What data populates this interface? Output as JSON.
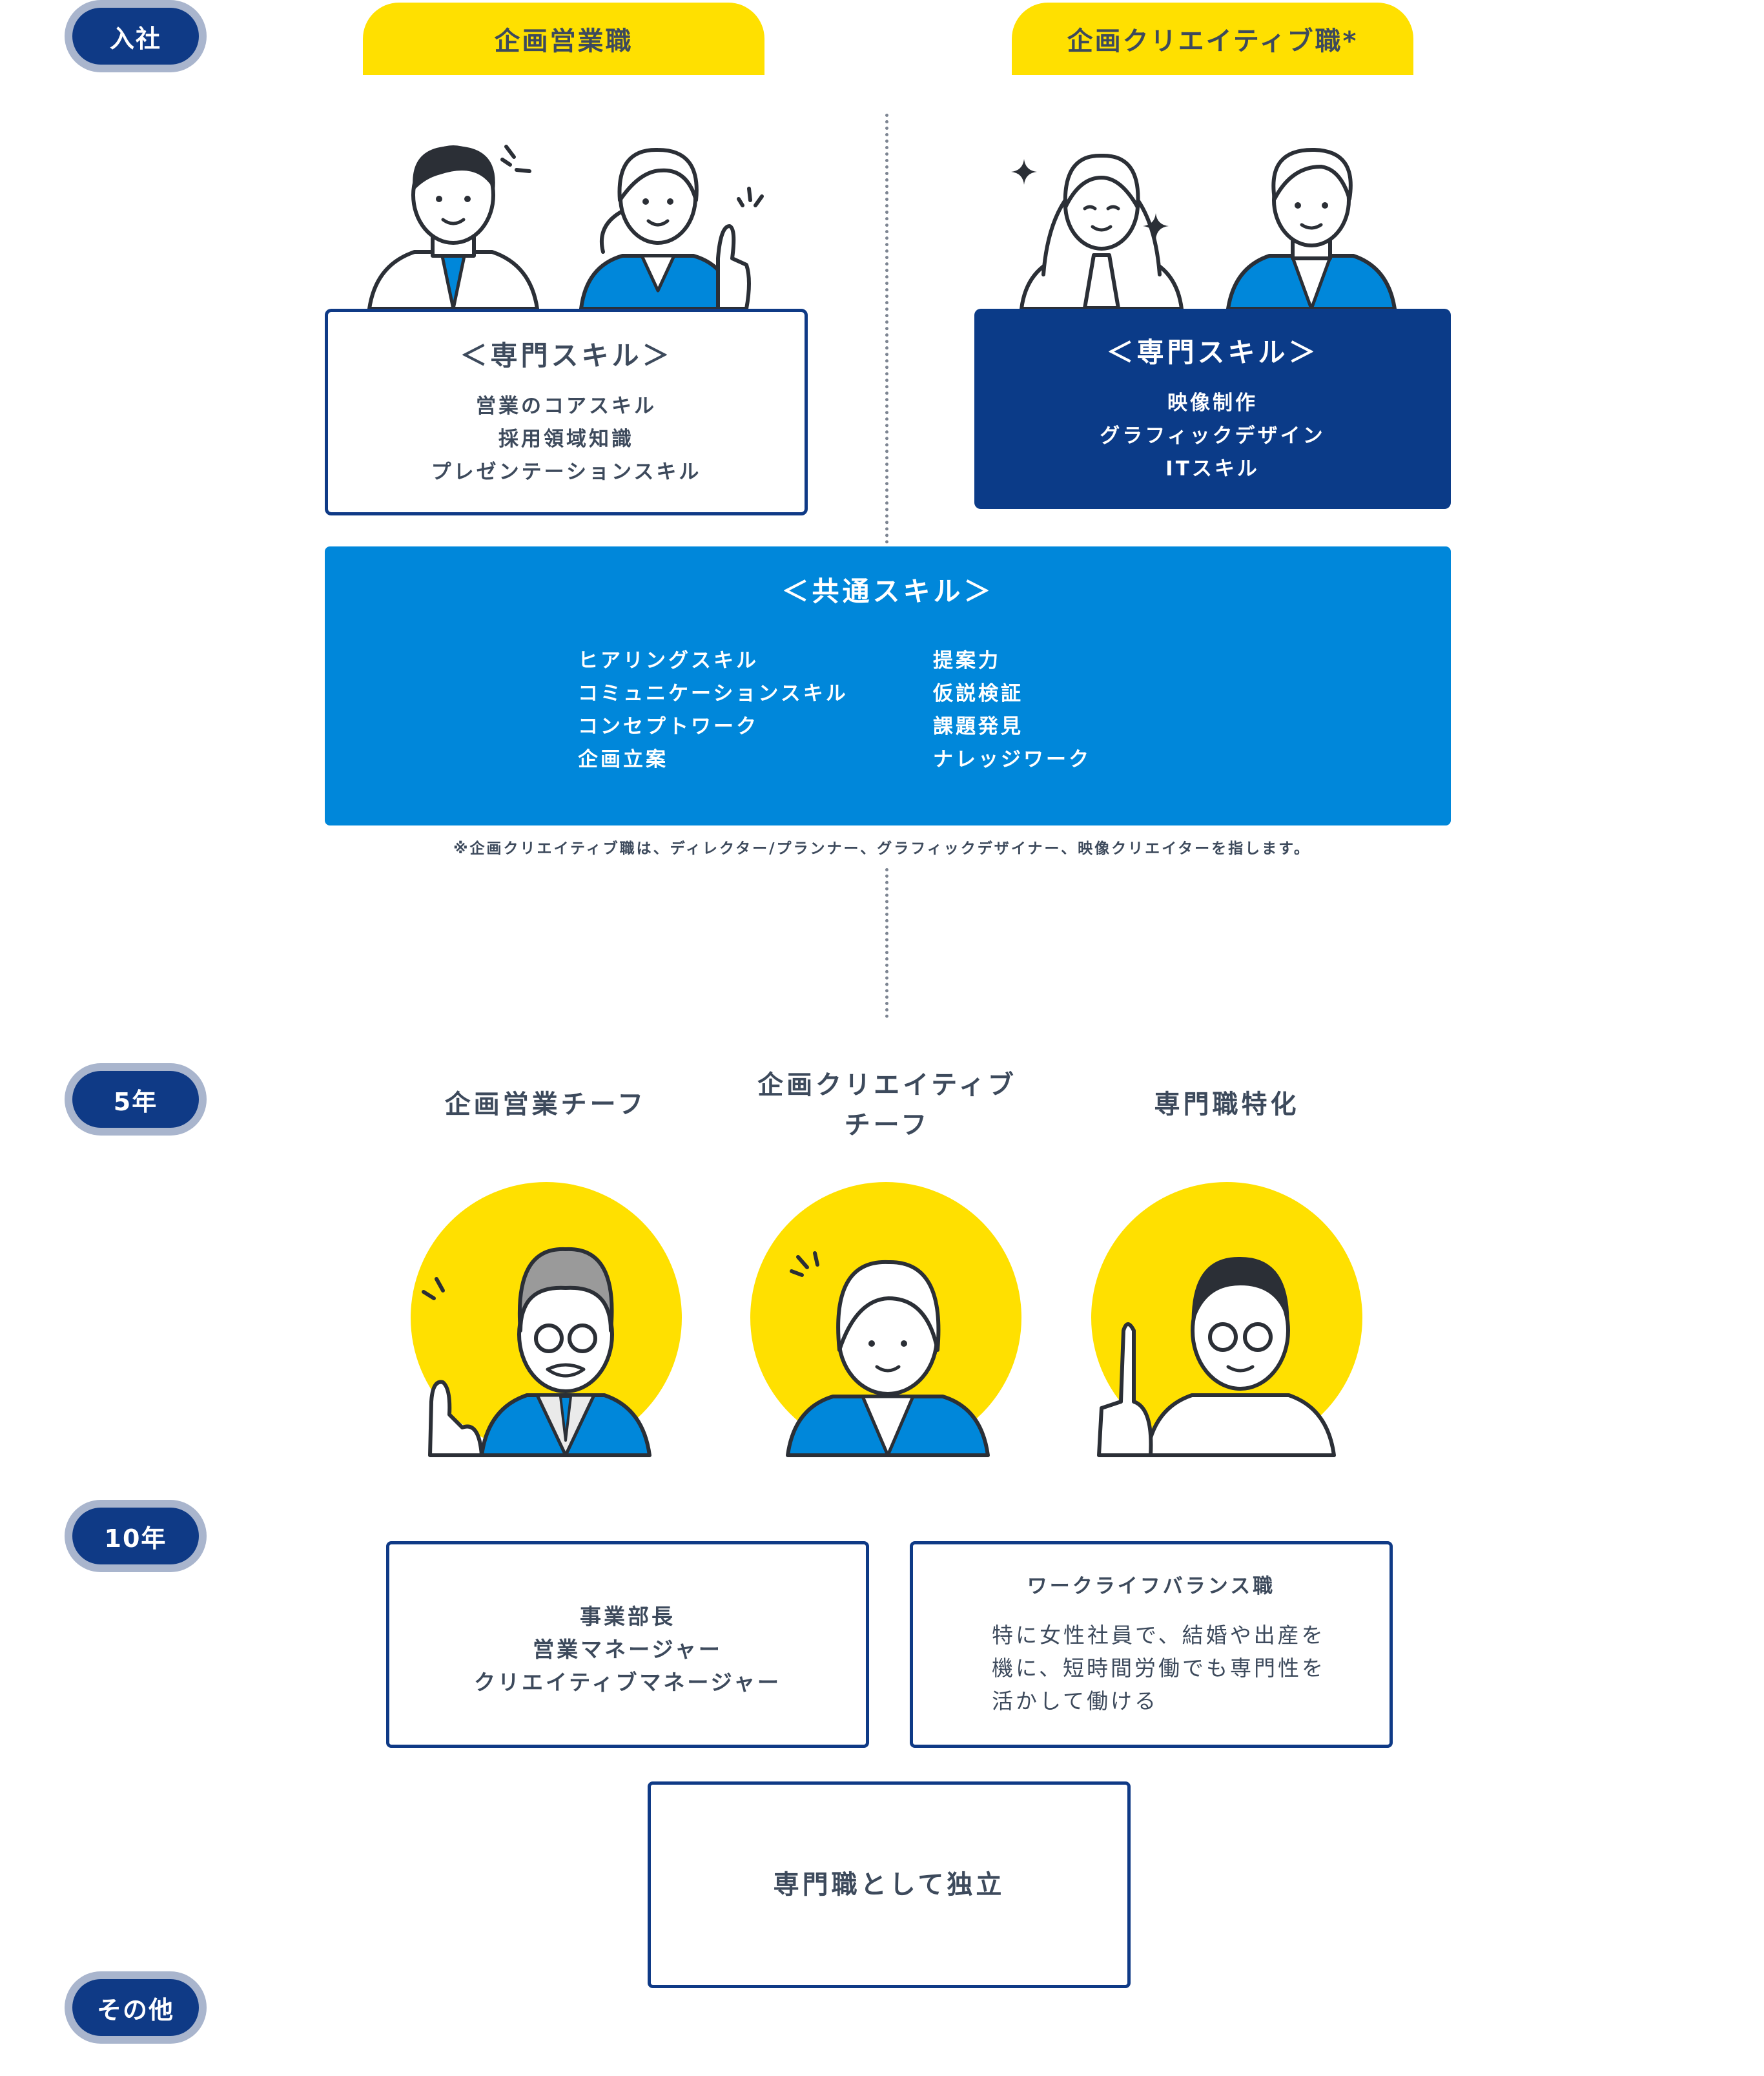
{
  "stages": [
    "入社",
    "5年",
    "10年",
    "その他"
  ],
  "tracks": {
    "sales": {
      "tab": "企画営業職",
      "skill_heading": "＜専門スキル＞",
      "skills": [
        "営業のコアスキル",
        "採用領域知識",
        "プレゼンテーションスキル"
      ]
    },
    "creative": {
      "tab": "企画クリエイティブ職*",
      "skill_heading": "＜専門スキル＞",
      "skills": [
        "映像制作",
        "グラフィックデザイン",
        "ITスキル"
      ]
    }
  },
  "common": {
    "heading": "＜共通スキル＞",
    "left": [
      "ヒアリングスキル",
      "コミュニケーションスキル",
      "コンセプトワーク",
      "企画立案"
    ],
    "right": [
      "提案力",
      "仮説検証",
      "課題発見",
      "ナレッジワーク"
    ]
  },
  "note": "※企画クリエイティブ職は、ディレクター/プランナー、グラフィックデザイナー、映像クリエイターを指します。",
  "careers_5y": {
    "sales_chief": "企画営業チーフ",
    "creative_chief_l1": "企画クリエイティブ",
    "creative_chief_l2": "チーフ",
    "specialist": "専門職特化"
  },
  "careers_10y": {
    "management": [
      "事業部長",
      "営業マネージャー",
      "クリエイティブマネージャー"
    ],
    "wlb_title": "ワークライフバランス職",
    "wlb_desc": [
      "特に女性社員で、結婚や出産を",
      "機に、短時間労働でも専門性を",
      "活かして働ける"
    ]
  },
  "other": {
    "independent": "専門職として独立"
  },
  "colors": {
    "navy": "#0f3a86",
    "blue": "#0087da",
    "yellow": "#ffe000",
    "pill_ring": "#a9b5cd",
    "text": "#3d4a5c"
  },
  "icons": [
    "sparkle-icon",
    "exclamation-marks-icon"
  ]
}
